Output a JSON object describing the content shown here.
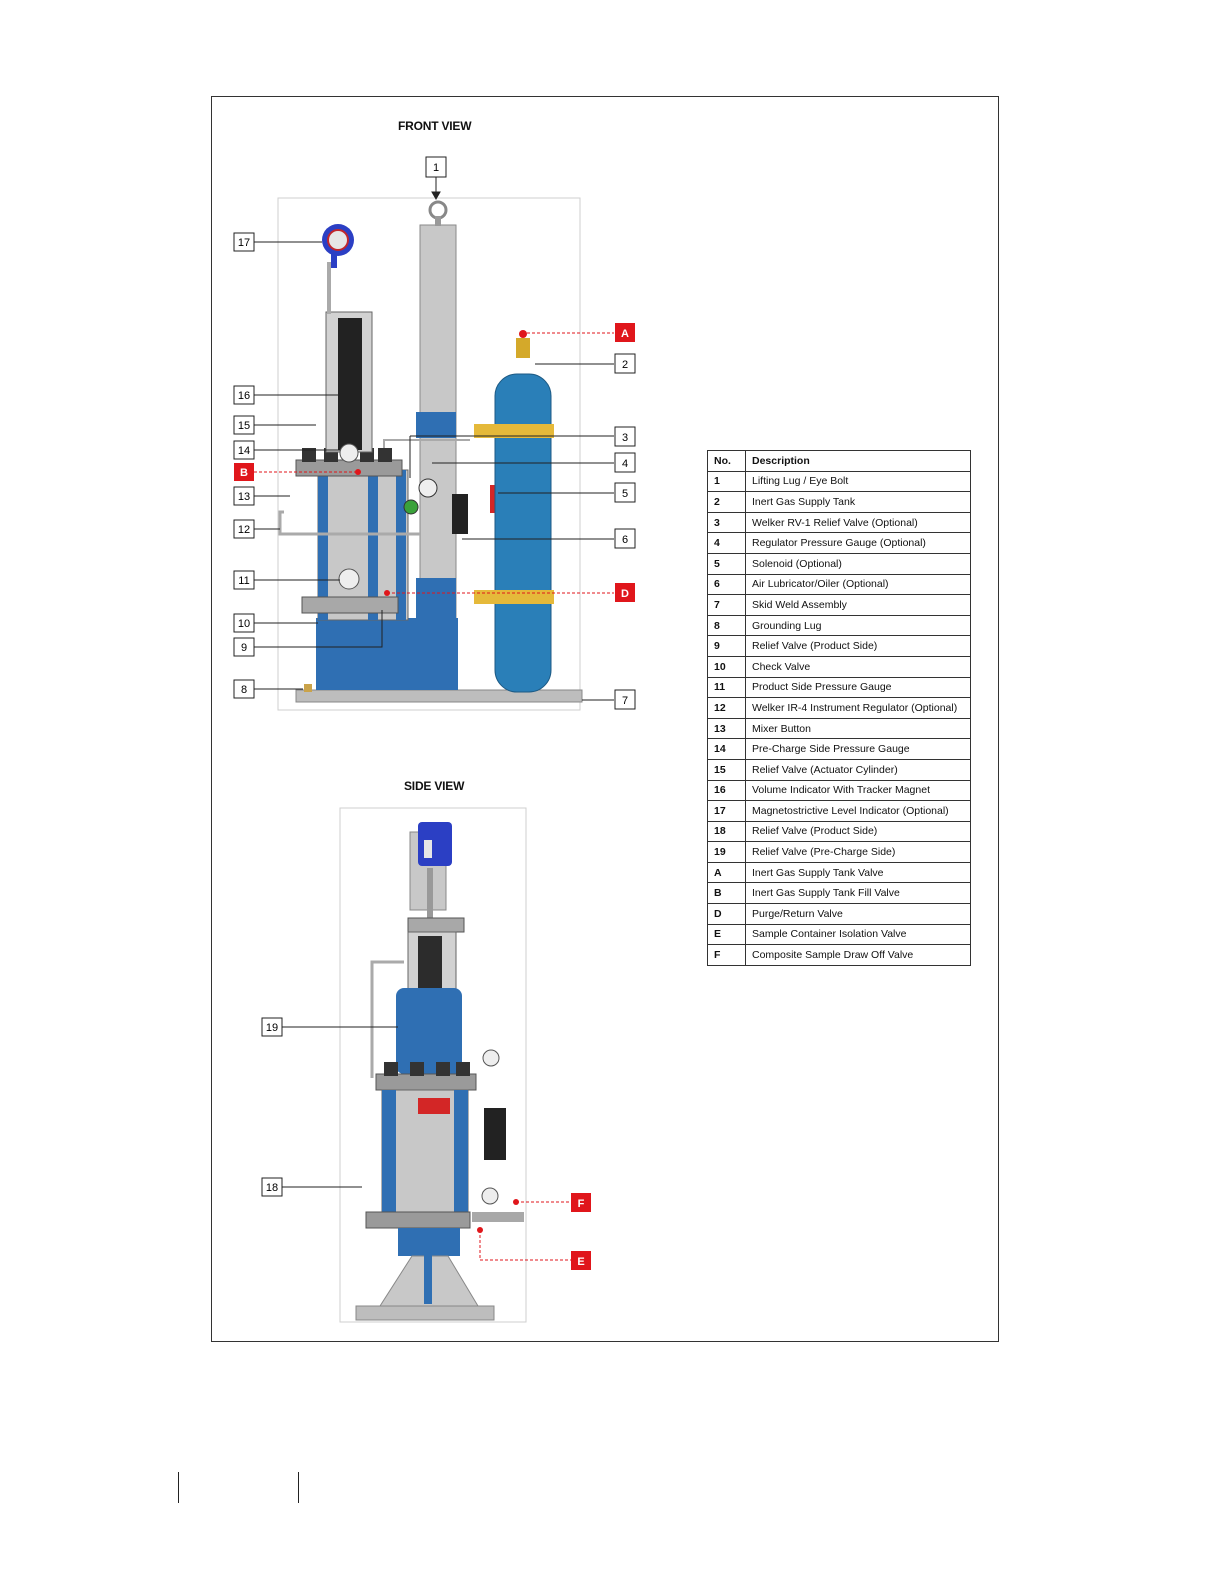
{
  "views": {
    "front_title": "FRONT VIEW",
    "side_title": "SIDE VIEW"
  },
  "callouts": {
    "front": [
      "1",
      "2",
      "3",
      "4",
      "5",
      "6",
      "7",
      "8",
      "9",
      "10",
      "11",
      "12",
      "13",
      "14",
      "15",
      "16",
      "17"
    ],
    "front_letters": [
      "A",
      "B",
      "D"
    ],
    "side": [
      "19",
      "18"
    ],
    "side_letters": [
      "F",
      "E"
    ]
  },
  "legend": {
    "header_no": "No.",
    "header_desc": "Description",
    "rows": [
      {
        "no": "1",
        "desc": "Lifting Lug / Eye Bolt"
      },
      {
        "no": "2",
        "desc": "Inert Gas Supply Tank"
      },
      {
        "no": "3",
        "desc": "Welker RV-1 Relief Valve (Optional)"
      },
      {
        "no": "4",
        "desc": "Regulator Pressure Gauge (Optional)"
      },
      {
        "no": "5",
        "desc": "Solenoid (Optional)"
      },
      {
        "no": "6",
        "desc": "Air Lubricator/Oiler (Optional)"
      },
      {
        "no": "7",
        "desc": "Skid Weld Assembly"
      },
      {
        "no": "8",
        "desc": "Grounding Lug"
      },
      {
        "no": "9",
        "desc": "Relief Valve (Product Side)"
      },
      {
        "no": "10",
        "desc": "Check Valve"
      },
      {
        "no": "11",
        "desc": "Product Side Pressure Gauge"
      },
      {
        "no": "12",
        "desc": "Welker IR-4 Instrument Regulator (Optional)"
      },
      {
        "no": "13",
        "desc": "Mixer Button"
      },
      {
        "no": "14",
        "desc": "Pre-Charge Side Pressure Gauge"
      },
      {
        "no": "15",
        "desc": "Relief Valve (Actuator Cylinder)"
      },
      {
        "no": "16",
        "desc": "Volume Indicator With Tracker Magnet"
      },
      {
        "no": "17",
        "desc": "Magnetostrictive Level Indicator (Optional)"
      },
      {
        "no": "18",
        "desc": "Relief Valve (Product Side)"
      },
      {
        "no": "19",
        "desc": "Relief Valve (Pre-Charge Side)"
      },
      {
        "no": "A",
        "desc": "Inert Gas Supply Tank Valve"
      },
      {
        "no": "B",
        "desc": "Inert Gas Supply Tank Fill Valve"
      },
      {
        "no": "D",
        "desc": "Purge/Return Valve"
      },
      {
        "no": "E",
        "desc": "Sample Container Isolation Valve"
      },
      {
        "no": "F",
        "desc": "Composite Sample Draw Off Valve"
      }
    ]
  },
  "colors": {
    "frame_blue": "#2f6fb3",
    "cylinder_gray": "#c8c8c8",
    "tank_blue": "#2a7fb8",
    "strap_yellow": "#e5b93a",
    "callout_red": "#e0161b",
    "indicator_blue": "#2b3fc4"
  }
}
